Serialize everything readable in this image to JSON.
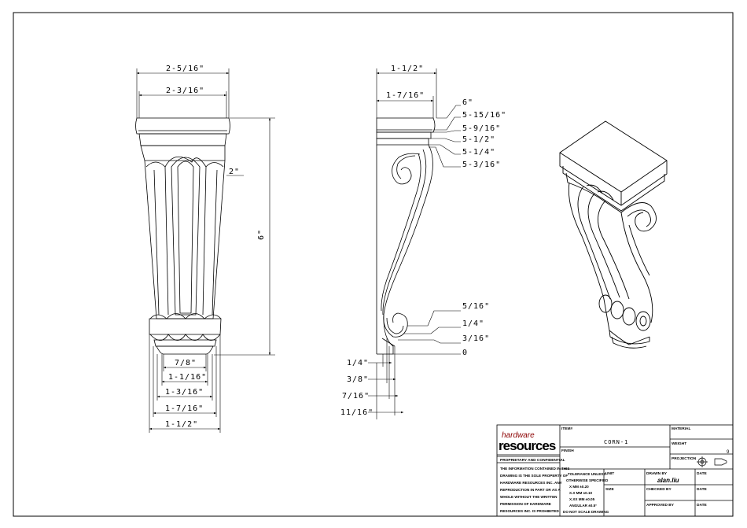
{
  "front_view": {
    "overall_width": "2-5/16\"",
    "top_width": "2-3/16\"",
    "depth_mark": "2\"",
    "height": "6\"",
    "bottom_dims": [
      "7/8\"",
      "1-1/16\"",
      "1-3/16\"",
      "1-7/16\"",
      "1-1/2\""
    ]
  },
  "side_view": {
    "overall_width": "1-1/2\"",
    "top_width": "1-7/16\"",
    "top_heights": [
      "6\"",
      "5-15/16\"",
      "5-9/16\"",
      "5-1/2\"",
      "5-1/4\"",
      "5-3/16\""
    ],
    "bottom_heights": [
      "5/16\"",
      "1/4\"",
      "3/16\"",
      "0"
    ],
    "bottom_widths": [
      "1/4\"",
      "3/8\"",
      "7/16\"",
      "11/16\""
    ]
  },
  "title_block": {
    "brand_top": "hardware",
    "brand_main": "resources",
    "proprietary": "PROPRIETARY AND CONFIDENTIAL",
    "notice": [
      "THE INFORMATION CONTAINED IN THIS",
      "DRAWING IS THE SOLE PROPERTY OF",
      "HARDWARE RESOURCES INC. ANY",
      "REPRODUCTION IN PART OR AS A",
      "WHOLE WITHOUT THE WRITTEN",
      "PERMISSION OF HARDWARE",
      "RESOURCES INC. IS PROHIBITED"
    ],
    "item_label": "ITEM#",
    "item_value": "CORN-1",
    "finish_label": "FINISH",
    "material_label": "MATERIAL",
    "weight_label": "WEIGHT",
    "weight_value": "9",
    "projection_label": "PROJECTION",
    "tolerance": [
      "TOLERANCE UNLESS",
      "OTHERWISE SPECIFIED",
      "X    MM   ±0.20",
      "X.X   MM   ±0.10",
      "X.XX  MM  ±0.05",
      "ANGULAR    ±0.5°",
      "DO NOT SCALE DRAWING"
    ],
    "unit_label": "UNIT",
    "size_label": "SIZE",
    "drawn_by_label": "DRAWN BY",
    "drawn_by_value": "alan.liu",
    "checked_by_label": "CHECKED BY",
    "approved_by_label": "APPROVED BY",
    "date_label": "DATE"
  }
}
